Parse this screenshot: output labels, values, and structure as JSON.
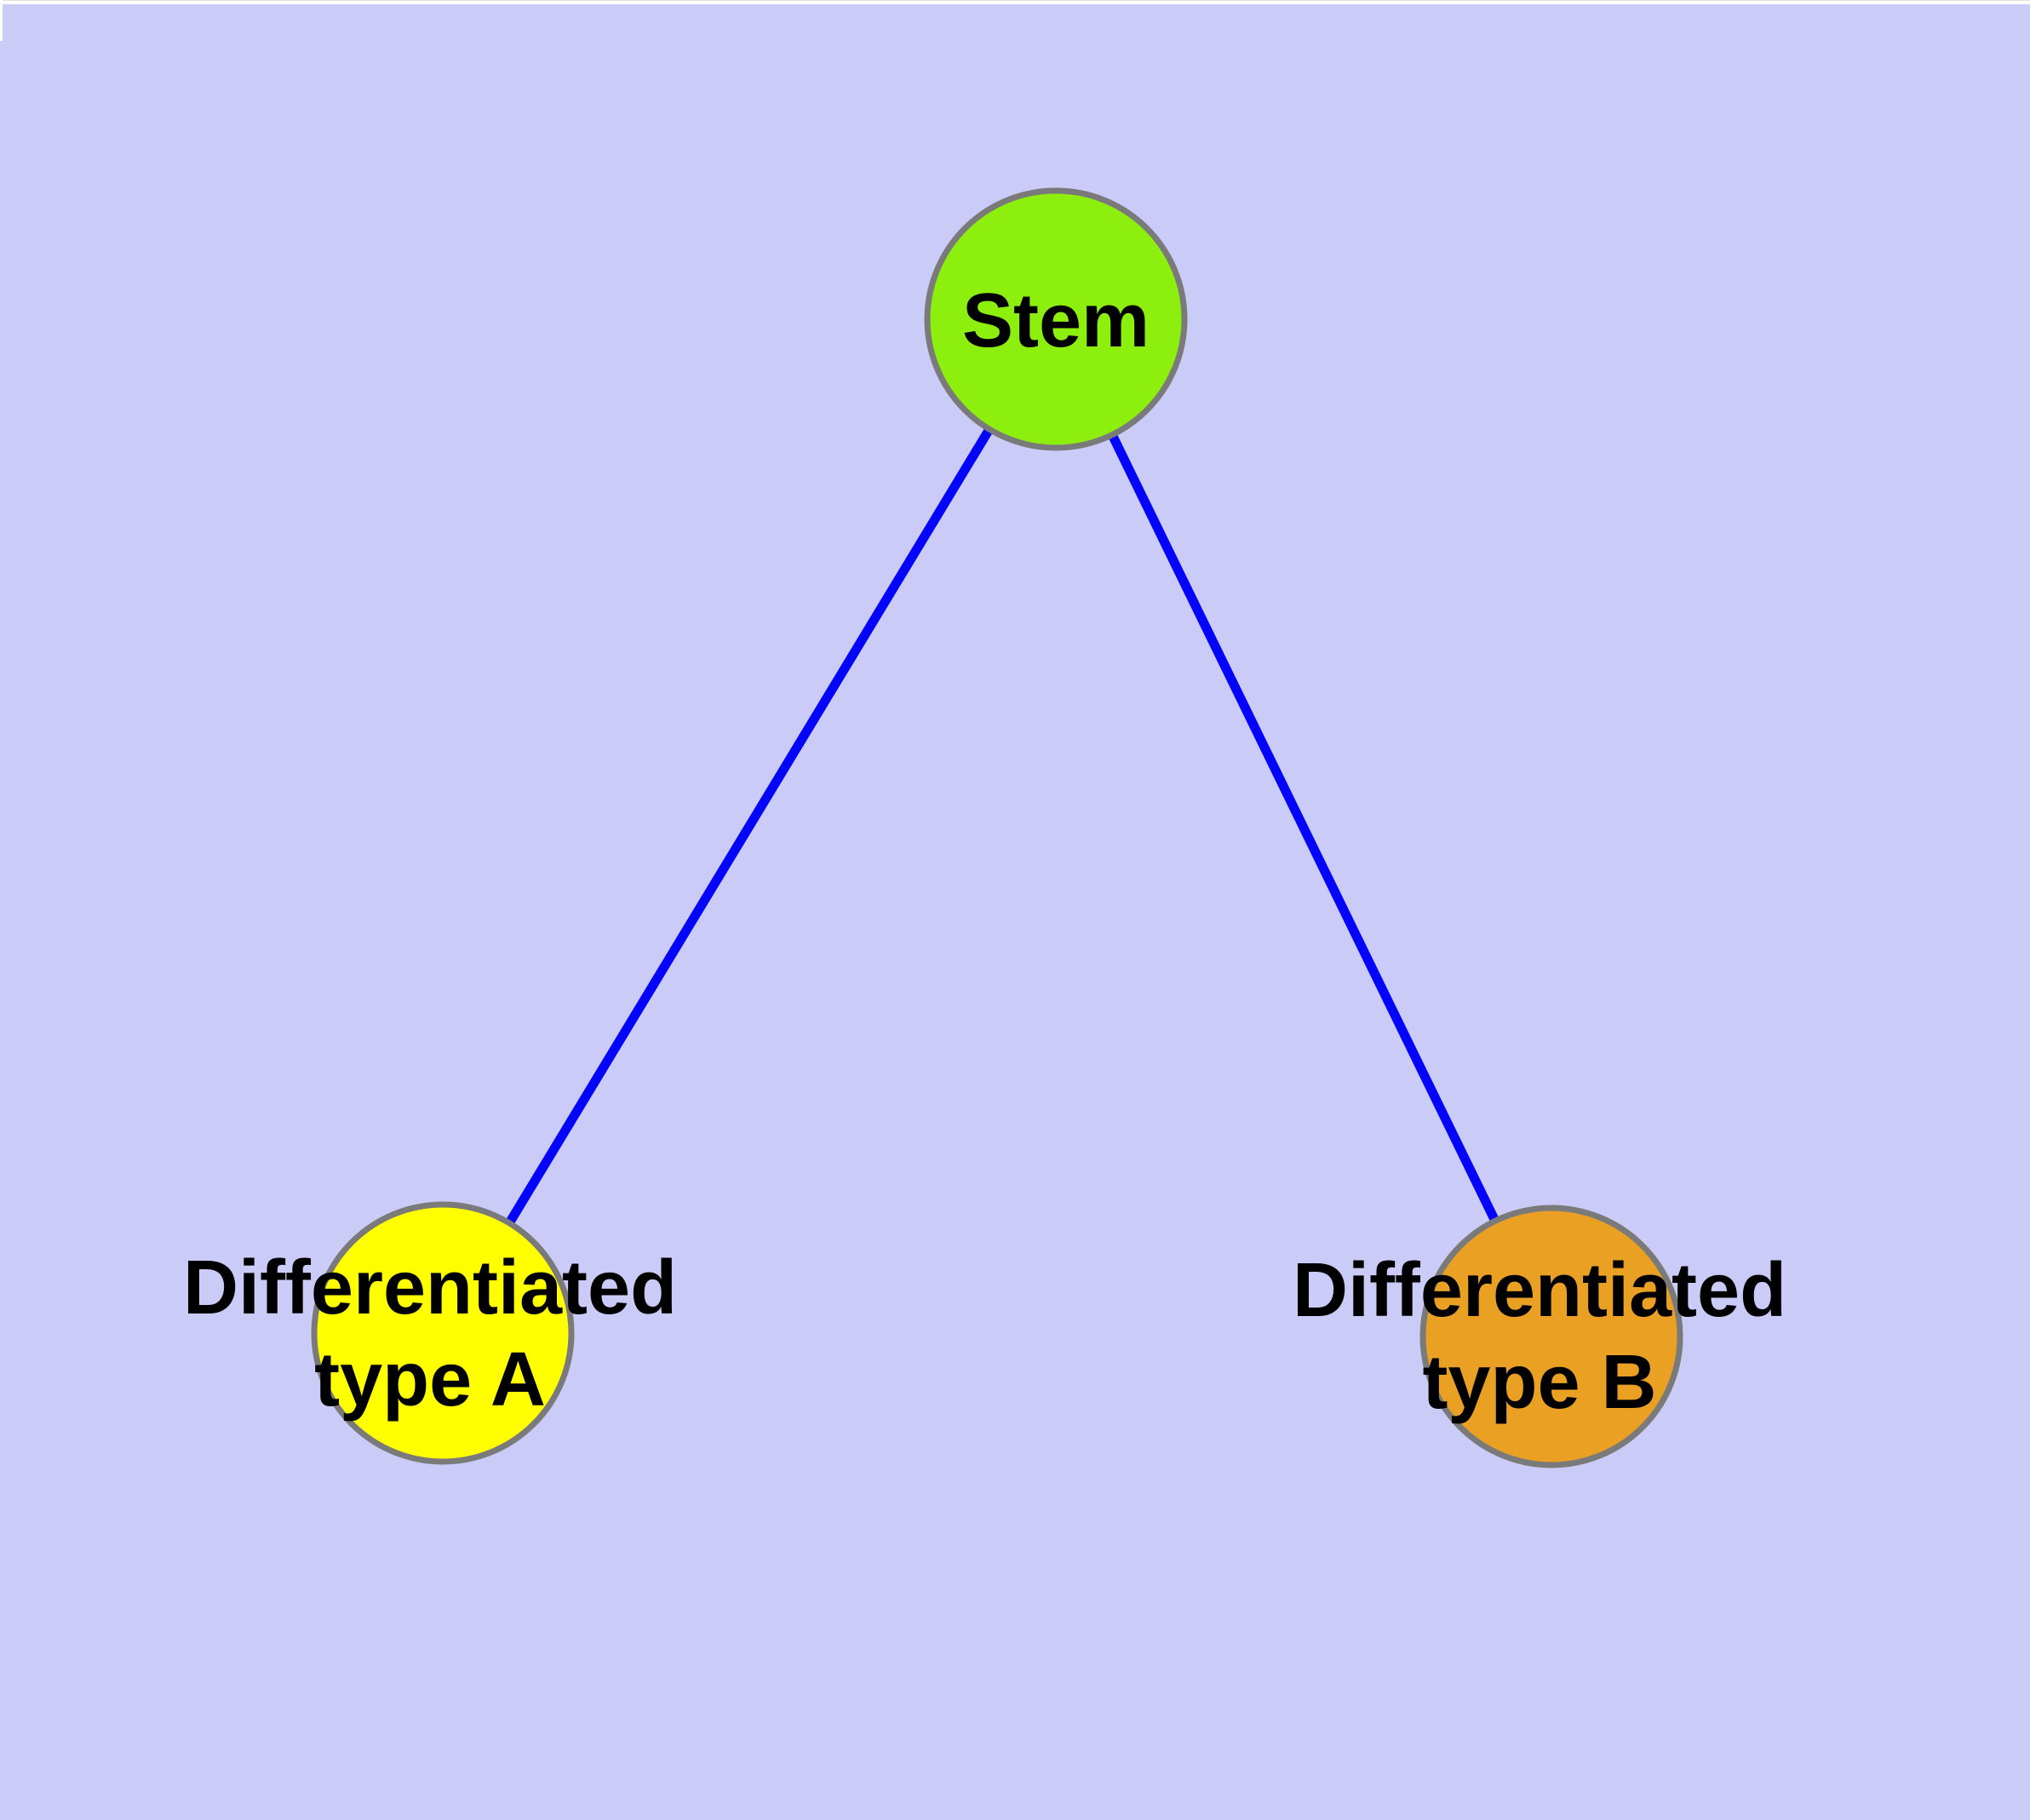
{
  "diagram": {
    "type": "node-link-graph",
    "background_color": "#CBCBF7",
    "edge_color": "#0404FA",
    "node_border_color": "#7A7A7A",
    "label_color": "#000000",
    "nodes": [
      {
        "id": "stem",
        "label": "Stem",
        "label_line1": "Stem",
        "color": "#8DEF0D",
        "position": "top-center"
      },
      {
        "id": "differentiated-type-a",
        "label": "Differentiated type A",
        "label_line1": "Differentiated",
        "label_line2": "type A",
        "color": "#FFFF00",
        "position": "bottom-left"
      },
      {
        "id": "differentiated-type-b",
        "label": "Differentiated type B",
        "label_line1": "Differentiated",
        "label_line2": "type B",
        "color": "#E9A023",
        "position": "bottom-right"
      }
    ],
    "edges": [
      {
        "from": "Stem",
        "to": "Differentiated type A"
      },
      {
        "from": "Stem",
        "to": "Differentiated type B"
      }
    ]
  }
}
